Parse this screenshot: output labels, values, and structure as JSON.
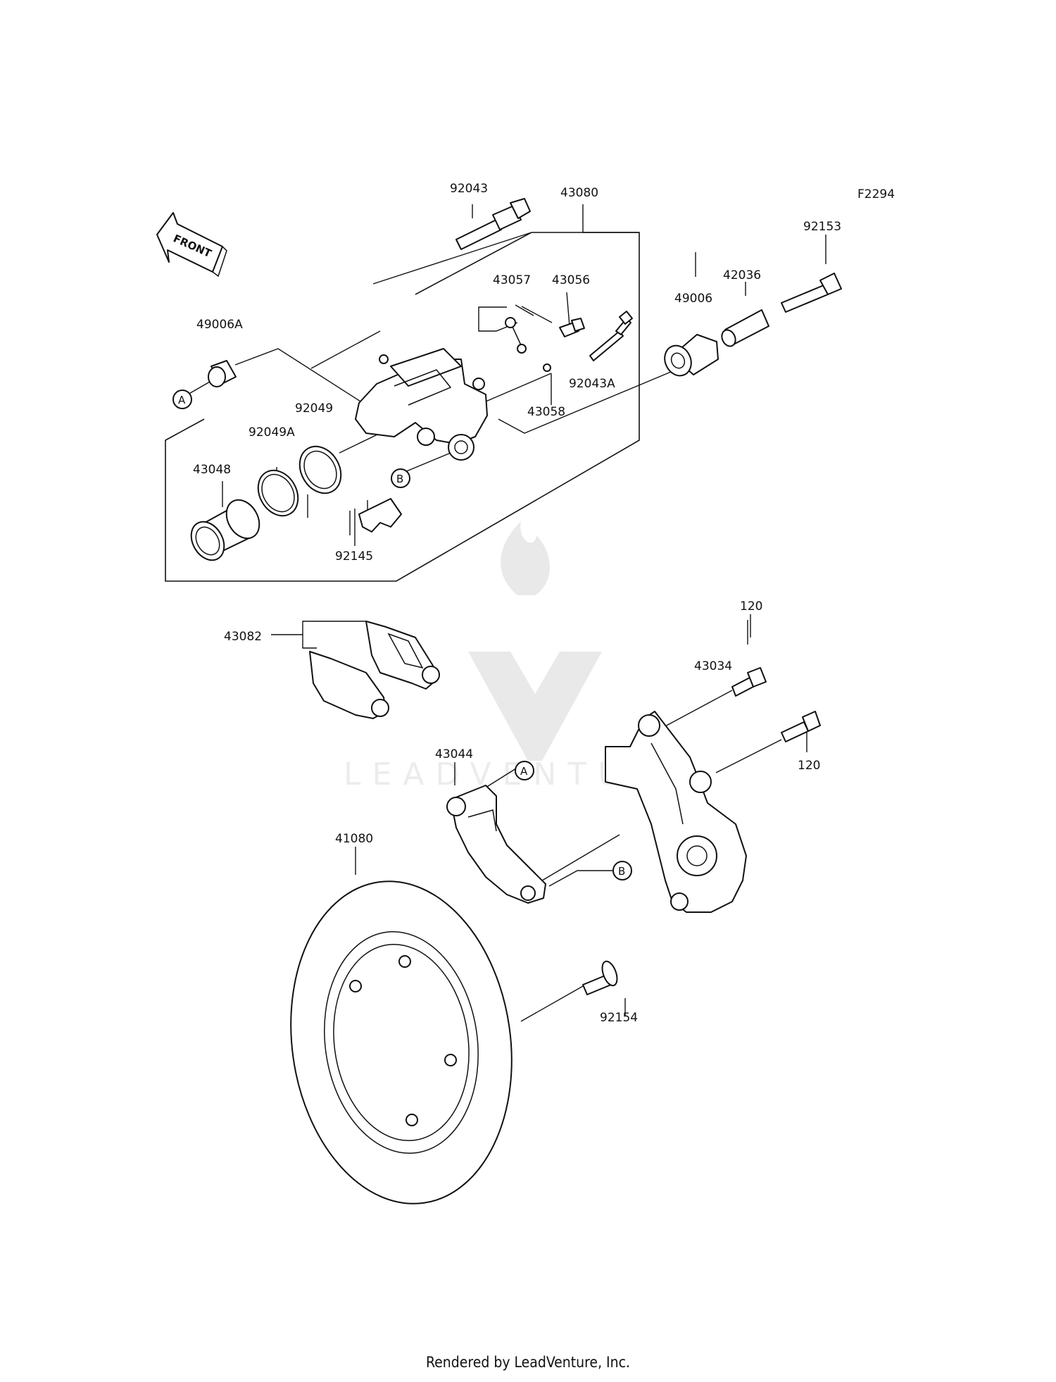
{
  "diagram": {
    "figure_code": "F2294",
    "front_label": "FRONT",
    "watermark": "LEADVENTURE",
    "callouts": {
      "a1": "A",
      "b1": "B",
      "a2": "A",
      "b2": "B"
    },
    "parts": {
      "p92043": "92043",
      "p43080": "43080",
      "p92153": "92153",
      "p42036": "42036",
      "p49006": "49006",
      "p43057": "43057",
      "p43056": "43056",
      "p92043A": "92043A",
      "p49006A": "49006A",
      "p43058": "43058",
      "p92049": "92049",
      "p92049A": "92049A",
      "p43048": "43048",
      "p92145": "92145",
      "p43082": "43082",
      "p120a": "120",
      "p43034": "43034",
      "p120b": "120",
      "p43044": "43044",
      "p41080": "41080",
      "p92154": "92154"
    }
  },
  "footer": "Rendered by LeadVenture, Inc."
}
